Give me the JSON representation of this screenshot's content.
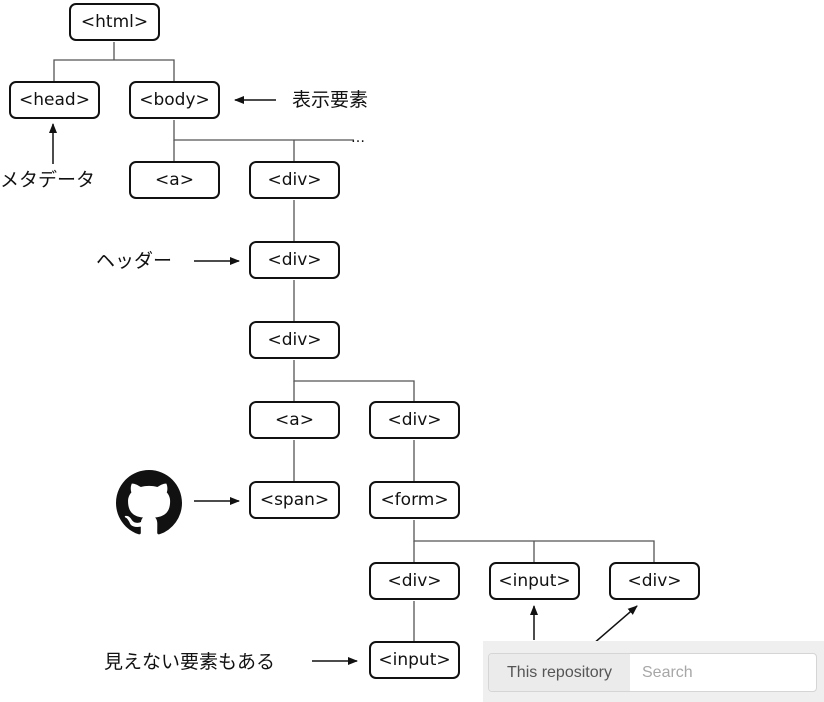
{
  "nodes": {
    "html": "<html>",
    "head": "<head>",
    "body": "<body>",
    "a": "<a>",
    "div": "<div>",
    "span": "<span>",
    "form": "<form>",
    "input": "<input>"
  },
  "annotations": {
    "display_elements": "表示要素",
    "metadata": "メタデータ",
    "header": "ヘッダー",
    "hidden_elements": "見えない要素もある",
    "more": "…"
  },
  "search": {
    "scope_label": "This repository",
    "placeholder": "Search"
  },
  "icons": {
    "logo": "github-octocat-icon"
  },
  "colors": {
    "line": "#111111",
    "connector": "#555555",
    "search_background": "#efefef",
    "scope_background": "#ebebeb",
    "placeholder": "#a7a7a7"
  }
}
